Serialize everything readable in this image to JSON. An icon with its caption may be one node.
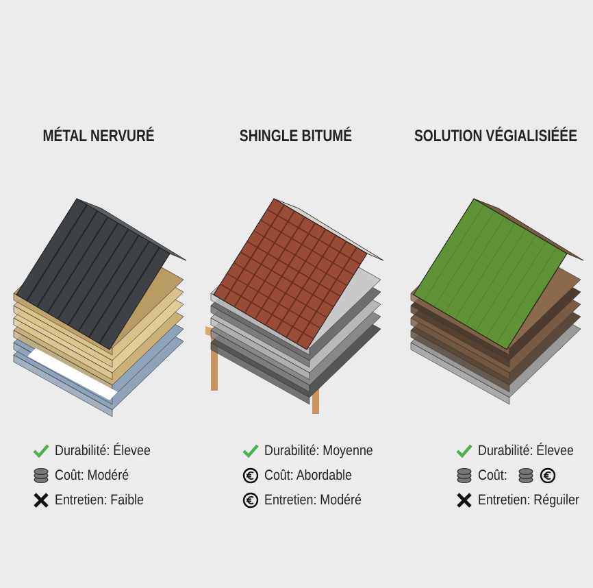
{
  "diagram": {
    "labels": [
      "MÉTAL NERVURÉ",
      "SHINGLE BITUMÉ",
      "SOLUTION VÉGIALISIÉÉE",
      "Durabilité: Élevee",
      "Durabilité: Moyenne",
      "Durabilité: Élevee",
      "Coût: Modéré",
      "Coût: Abordable",
      "Coût:",
      "Entretien: Faible",
      "Entretien: Modéré",
      "Entretien: Réguiler"
    ]
  }
}
